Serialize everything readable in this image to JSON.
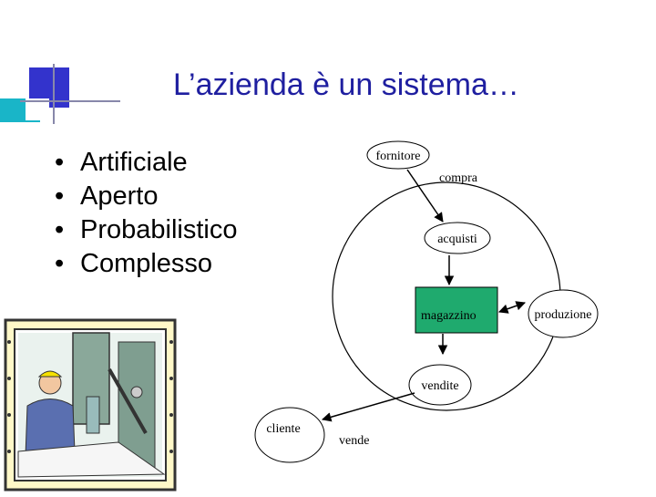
{
  "title": "L’azienda è un sistema…",
  "bullets": [
    "Artificiale",
    "Aperto",
    "Probabilistico",
    "Complesso"
  ],
  "diagram": {
    "nodes": {
      "fornitore": "fornitore",
      "acquisti": "acquisti",
      "magazzino": "magazzino",
      "produzione": "produzione",
      "vendite": "vendite",
      "cliente": "cliente"
    },
    "edge_labels": {
      "compra": "compra",
      "vende": "vende"
    }
  },
  "colors": {
    "title": "#1f1fa0",
    "accent_blue": "#3333cc",
    "accent_cyan": "#19b5c8",
    "magazzino_fill": "#1faa6e"
  },
  "icons": [
    "worker-drill-press-clipart",
    "title-decoration-squares"
  ]
}
